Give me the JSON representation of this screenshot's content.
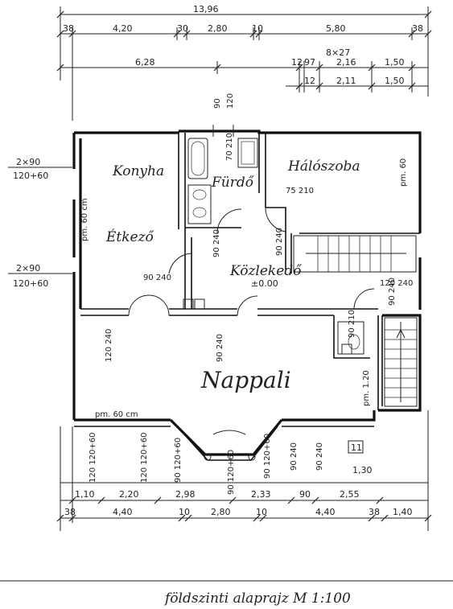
{
  "caption": "földszinti alaprajz  M 1:100",
  "rooms": {
    "konyha": "Konyha",
    "halo": "Hálószoba",
    "furdo": "Fürdő",
    "etkezo": "Étkező",
    "kozlekedo": "Közlekedő",
    "nappali": "Nappali"
  },
  "level": "±0.00",
  "stair_no": "11",
  "pm_left": "pm. 60 cm",
  "pm_right": "pm. 60",
  "pm_bottom": "pm. 60 cm",
  "pm_stair": "pm. 1.20",
  "dims_top": {
    "total": "13,96",
    "d1": "38",
    "d2": "4,20",
    "d3": "30",
    "d4": "2,80",
    "d5": "10",
    "d6": "5,80",
    "d7": "38",
    "d8": "6,28",
    "steps": "8×27",
    "s1": "12",
    "s2": "97",
    "s3": "2,16",
    "s4": "1,50",
    "s5": "12",
    "s6": "2,11",
    "s7": "1,50"
  },
  "dims_bottom": {
    "b1": "1,10",
    "b2": "2,20",
    "b3": "2,98",
    "b4": "2,33",
    "b5": "90",
    "b6": "2,55",
    "c1": "38",
    "c2": "4,40",
    "c3": "10",
    "c4": "2,80",
    "c5": "10",
    "c6": "4,40",
    "c7": "38",
    "c8": "1,40",
    "h1": "1,30"
  },
  "openings": {
    "left_top_a": "2×90",
    "left_top_b": "120+60",
    "left_mid_a": "2×90",
    "left_mid_b": "120+60",
    "bath_a": "90",
    "bath_b": "120",
    "bath_door": "70 210",
    "hall_w": "75 210",
    "kitchen_door": "90 240",
    "hall_door": "90 240",
    "corr_door": "90 240",
    "stair_door": "120 240",
    "living_a": "120 240",
    "living_b": "90 240",
    "stair_win": "90 240",
    "wc_a": "90 210",
    "bot_a": "120 120+60",
    "bot_b": "120 120+60",
    "bot_c": "90 120+60",
    "bot_d": "90 120+60",
    "bot_e": "90 120+60",
    "bot_f": "90 240",
    "bot_g": "90 240"
  }
}
